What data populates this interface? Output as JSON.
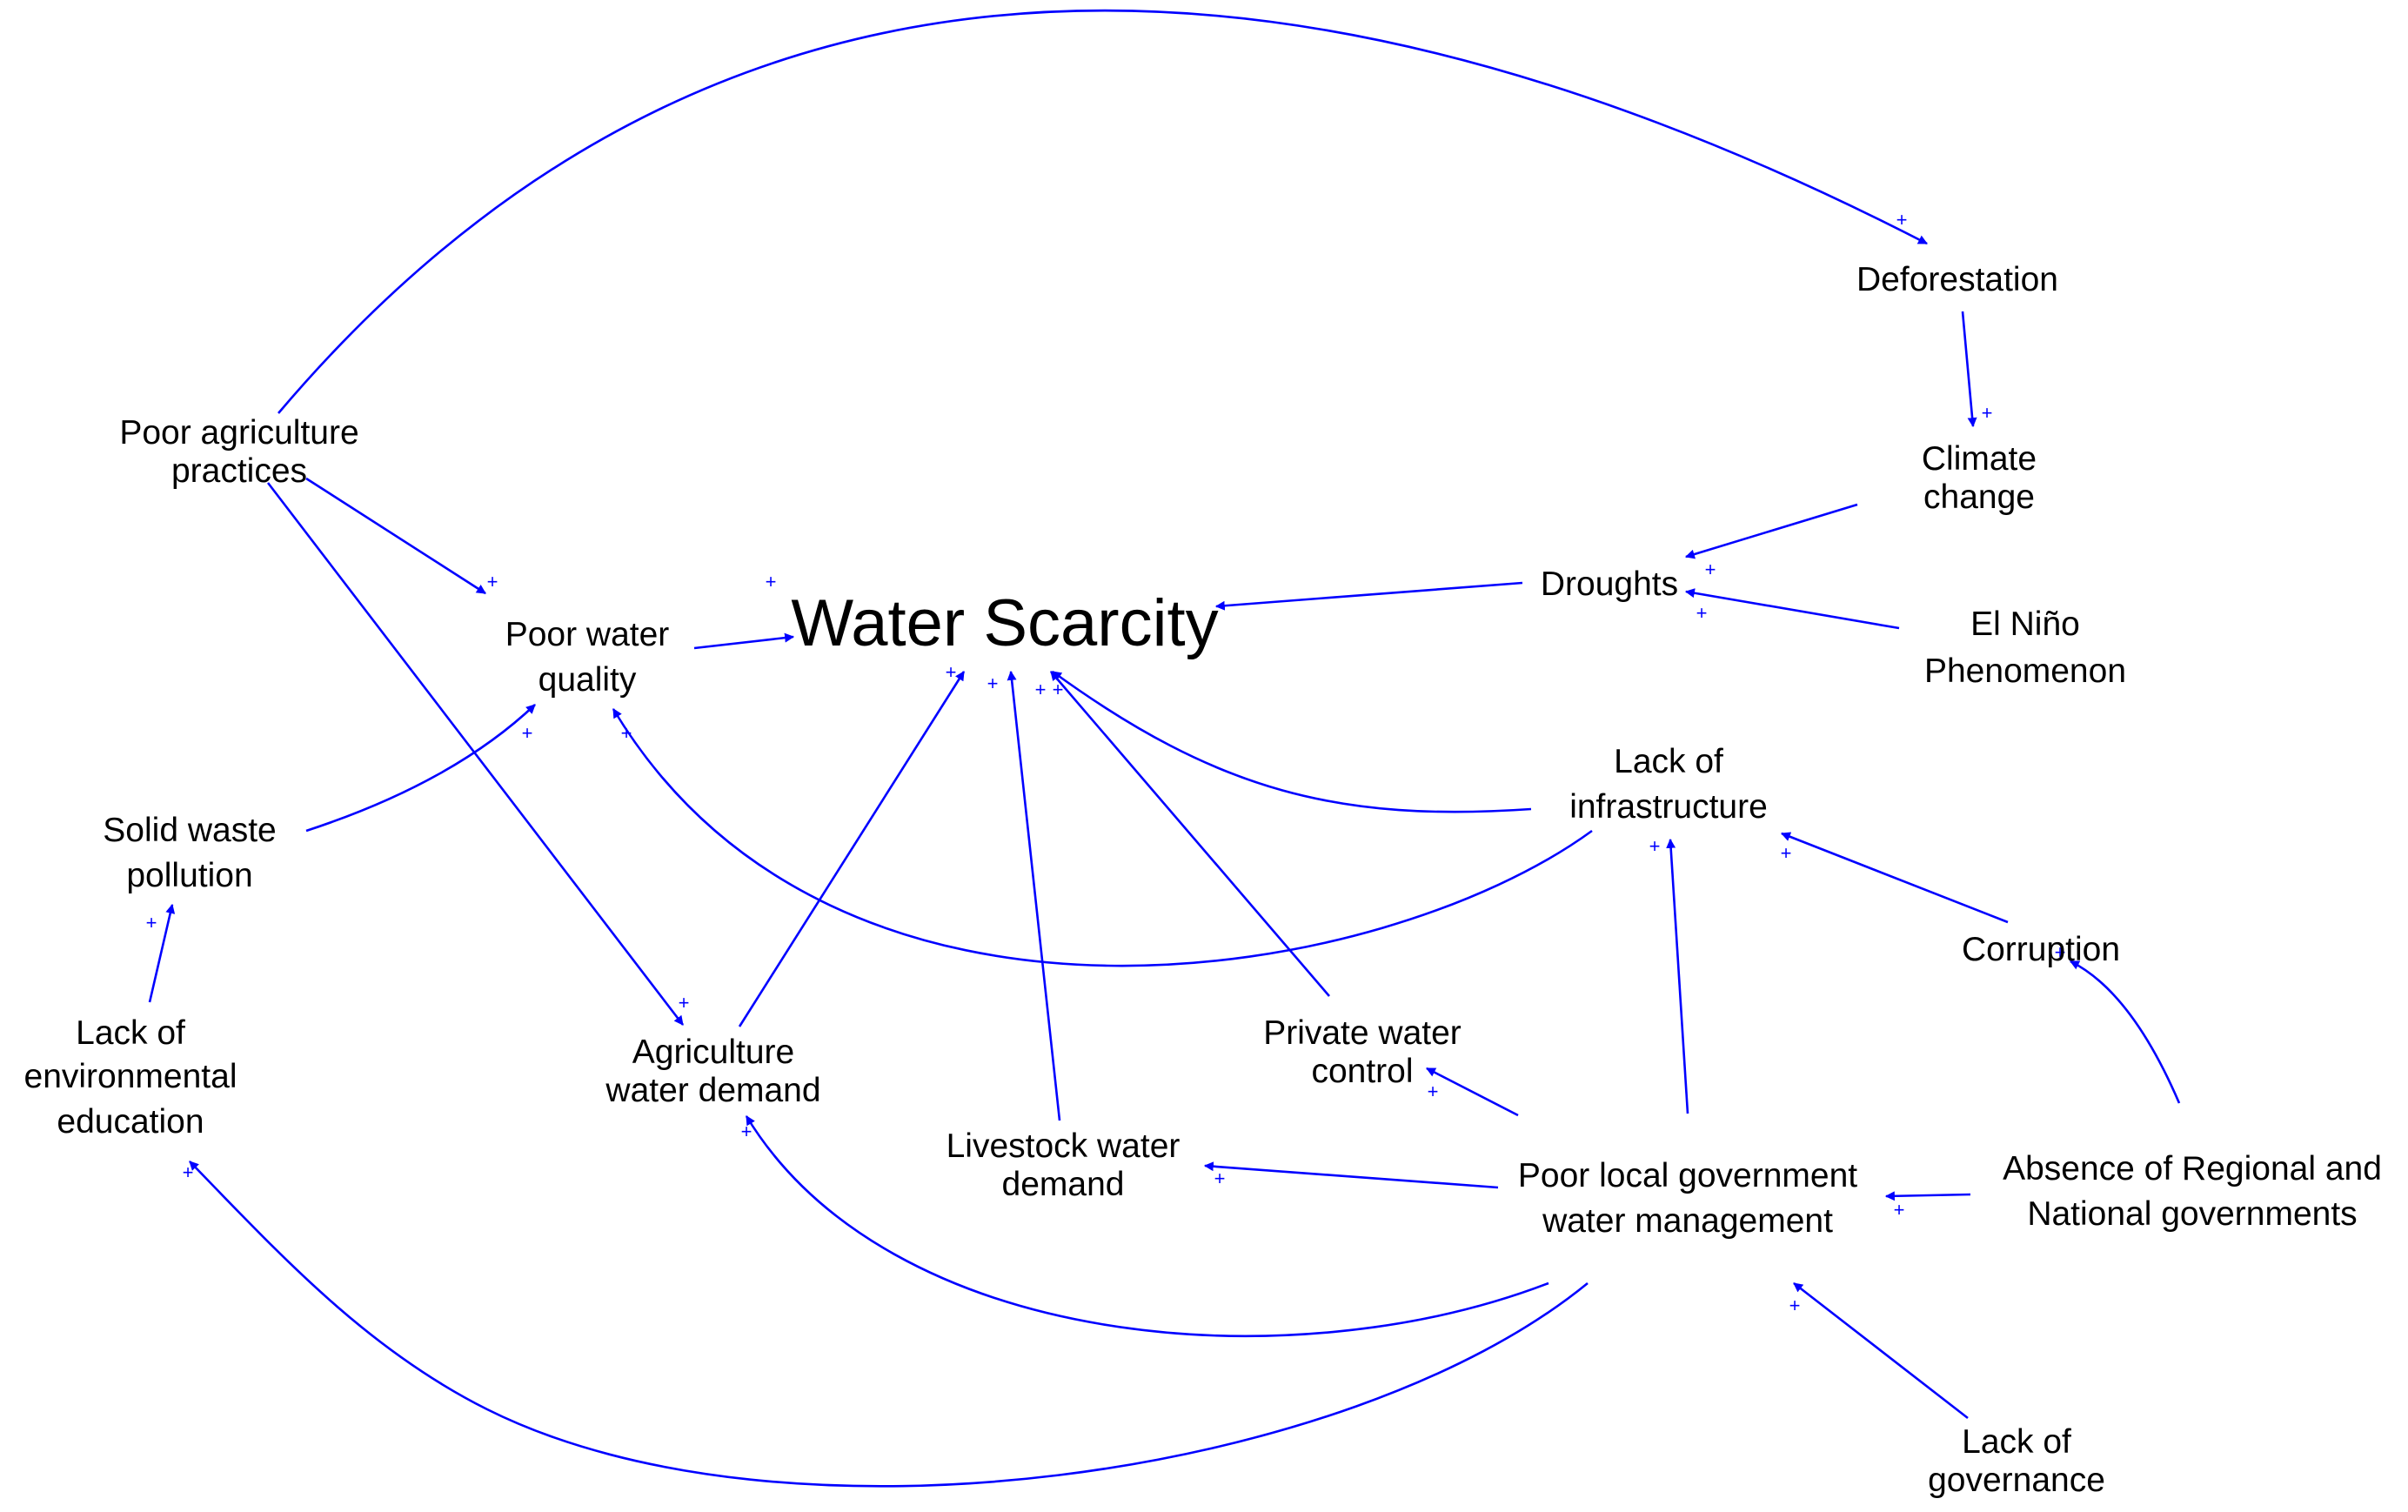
{
  "central": {
    "label": "Water Scarcity"
  },
  "nodes": {
    "poor_agriculture_practices": [
      "Poor agriculture",
      "practices"
    ],
    "deforestation": [
      "Deforestation"
    ],
    "climate_change": [
      "Climate",
      "change"
    ],
    "droughts": [
      "Droughts"
    ],
    "el_nino": [
      "El Niño",
      "Phenomenon"
    ],
    "poor_water_quality": [
      "Poor water",
      "quality"
    ],
    "solid_waste_pollution": [
      "Solid waste",
      "pollution"
    ],
    "lack_of_environmental_education": [
      "Lack of",
      "environmental",
      "education"
    ],
    "agriculture_water_demand": [
      "Agriculture",
      "water demand"
    ],
    "livestock_water_demand": [
      "Livestock water",
      "demand"
    ],
    "private_water_control": [
      "Private water",
      "control"
    ],
    "lack_of_infrastructure": [
      "Lack of",
      "infrastructure"
    ],
    "corruption": [
      "Corruption"
    ],
    "poor_local_government": [
      "Poor local government",
      "water management"
    ],
    "absence_of_governments": [
      "Absence of Regional and",
      "National governments"
    ],
    "lack_of_governance": [
      "Lack of",
      "governance"
    ]
  },
  "polarity_symbol": "+",
  "colors": {
    "links": "#0000ff",
    "text": "#000000",
    "background": "#ffffff"
  }
}
